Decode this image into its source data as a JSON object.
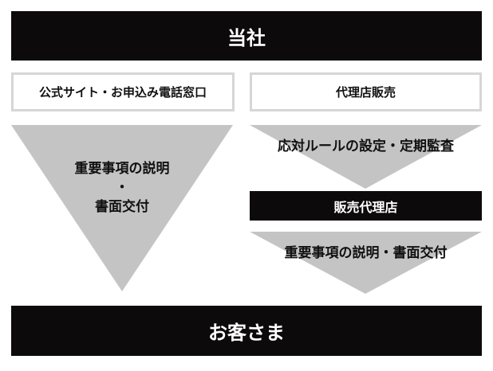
{
  "company": "当社",
  "channels": {
    "direct": "公式サイト・お申込み電話窓口",
    "agency": "代理店販売"
  },
  "left_flow": {
    "line1": "重要事項の説明",
    "line2": "・",
    "line3": "書面交付"
  },
  "right_flow": {
    "rules": "応対ルールの設定・定期監査",
    "agent": "販売代理店",
    "explain": "重要事項の説明・書面交付"
  },
  "customer": "お客さま",
  "colors": {
    "bar": "#0d0a0b",
    "triangle": "#c4c4c4",
    "box_border": "#d6d6d6"
  }
}
